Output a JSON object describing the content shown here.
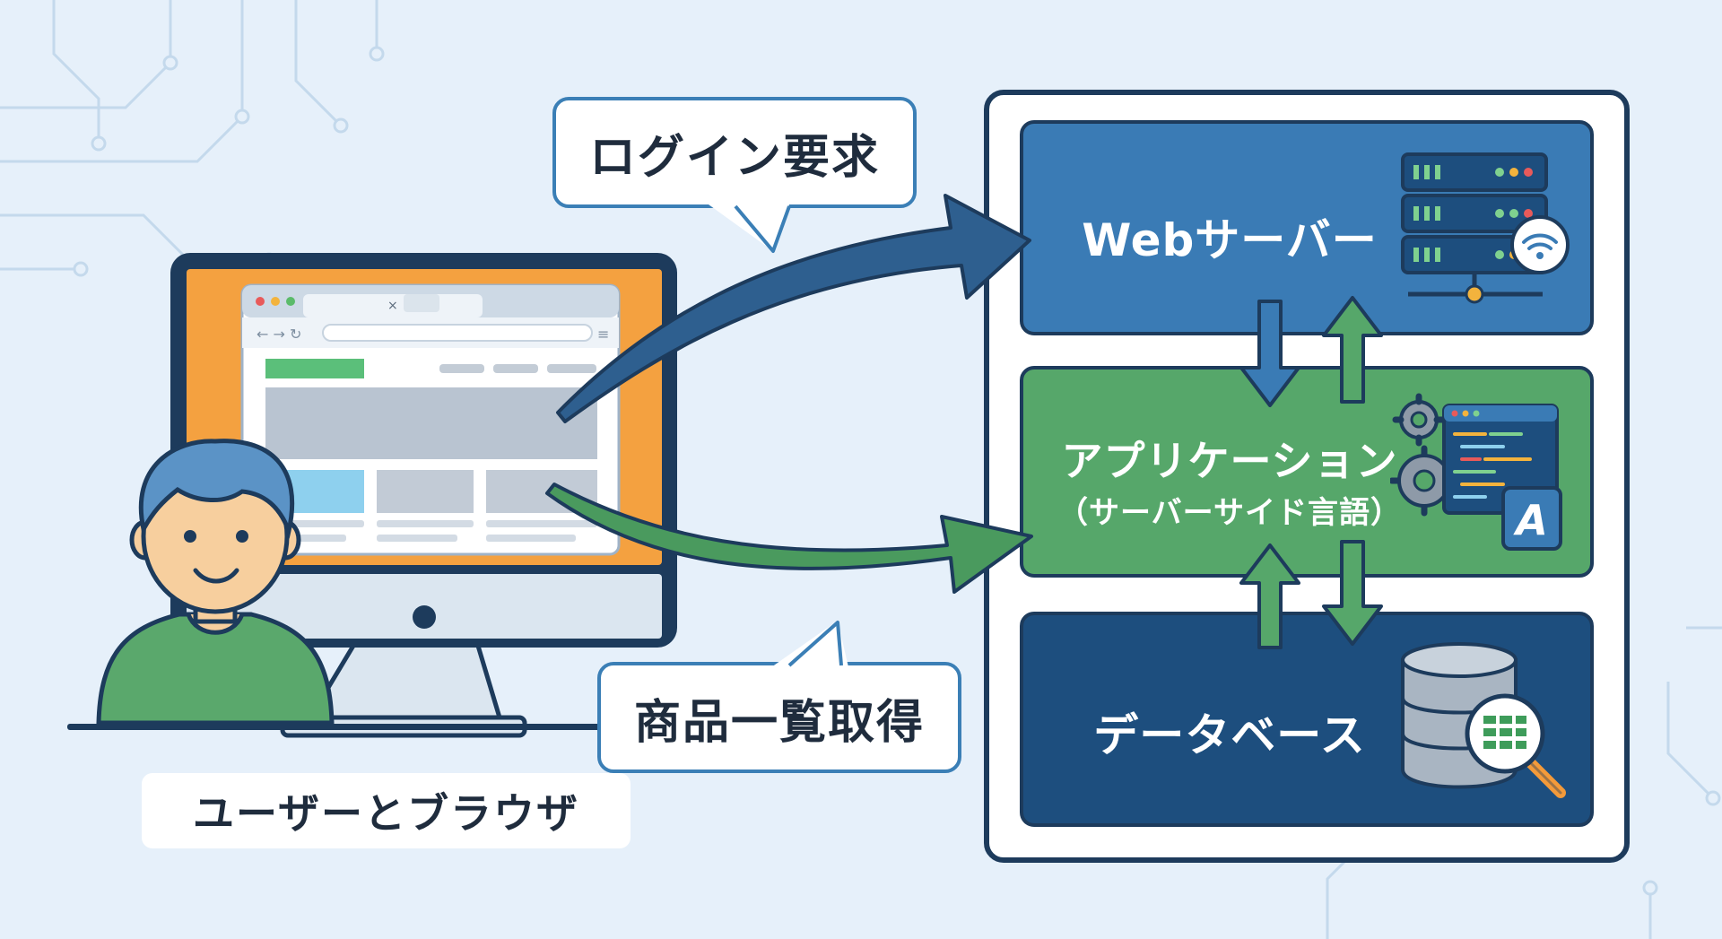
{
  "bubbles": {
    "request": "ログイン要求",
    "response": "商品一覧取得"
  },
  "user_label": "ユーザーとブラウザ",
  "server": {
    "web": {
      "title": "Webサーバー"
    },
    "app": {
      "title": "アプリケーション",
      "subtitle": "（サーバーサイド言語）",
      "badge": "A"
    },
    "db": {
      "title": "データベース"
    }
  },
  "icons": {
    "monitor": "desktop-monitor-icon",
    "user": "user-avatar-icon",
    "server": "server-rack-icon",
    "wifi": "wifi-icon",
    "gears": "gears-icon",
    "code": "code-window-icon",
    "database": "database-icon",
    "magnifier": "magnifier-icon"
  },
  "colors": {
    "background": "#e6f0fa",
    "web_panel": "#3a7bb5",
    "app_panel": "#56a76a",
    "db_panel": "#1d4e7e",
    "outline": "#1d3b5c",
    "request_arrow": "#2e5f8f",
    "response_arrow": "#4a9a5e"
  }
}
